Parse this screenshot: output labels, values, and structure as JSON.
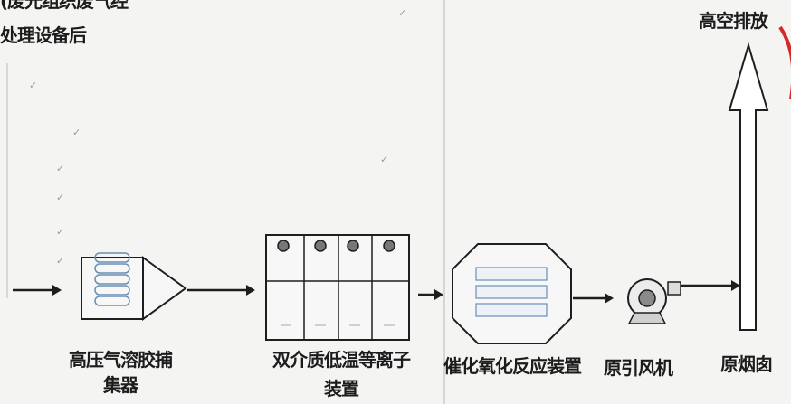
{
  "labels": {
    "top_left_line1": "(废光组织废气经",
    "top_left_line2": "处理设备后",
    "chimney_top": "高空排放",
    "collector_line1": "高压气溶胶捕",
    "collector_line2": "集器",
    "plasma_line1": "双介质低温等离子",
    "plasma_line2": "装置",
    "catalytic": "催化氧化反应装置",
    "fan": "原引风机",
    "chimney": "原烟囱"
  },
  "colors": {
    "stroke": "#1e1e1e",
    "bubble": "#6a8fb3",
    "red_mark": "#d62828"
  }
}
